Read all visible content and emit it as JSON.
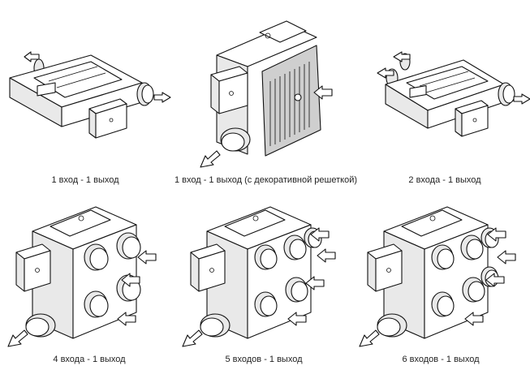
{
  "variants": [
    {
      "caption": "1 вход - 1 выход"
    },
    {
      "caption": "1 вход - 1 выход (с декоративной решеткой)"
    },
    {
      "caption": "2 входа - 1 выход"
    },
    {
      "caption": "4 входа - 1 выход"
    },
    {
      "caption": "5 входов - 1 выход"
    },
    {
      "caption": "6 входов - 1 выход"
    }
  ]
}
